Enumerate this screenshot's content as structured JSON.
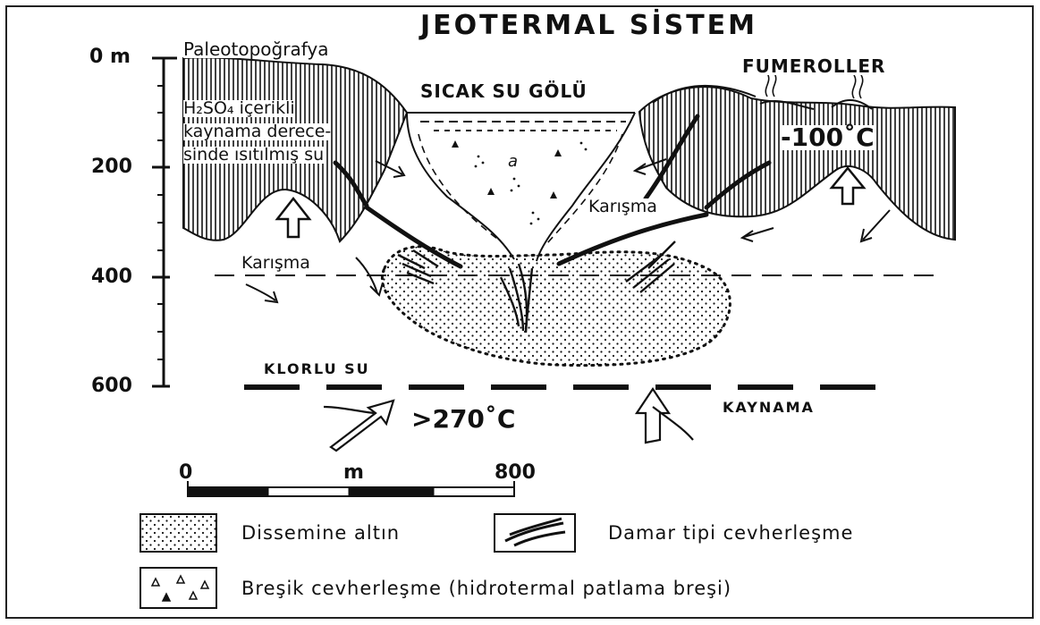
{
  "title": "JEOTERMAL SİSTEM",
  "depth_axis": {
    "unit": "m",
    "labels": [
      "0 m",
      "200",
      "400",
      "600"
    ]
  },
  "labels": {
    "paleotopo": "Paleotopoğrafya",
    "h2so4_line1": "H₂SO₄ içerikli",
    "h2so4_line2": "kaynama derece-",
    "h2so4_line3": "sinde ısıtılmış  su",
    "sicak_su": "SICAK SU GÖLÜ",
    "fumeroller": "FUMEROLLER",
    "temp_100": "-100˚C",
    "karisma_right": "Karışma",
    "karisma_left": "Karışma",
    "klorlu_su": "KLORLU SU",
    "temp_270": ">270˚C",
    "kaynama": "KAYNAMA",
    "a_mark": "a"
  },
  "scale_bar": {
    "start": "0",
    "unit": "m",
    "end": "800"
  },
  "legend": [
    {
      "symbol": "dots",
      "label": "Dissemine altın"
    },
    {
      "symbol": "veins",
      "label": "Damar tipi cevherleşme"
    },
    {
      "symbol": "triangles",
      "label": "Breşik cevherleşme (hidrotermal patlama breşi)"
    }
  ]
}
